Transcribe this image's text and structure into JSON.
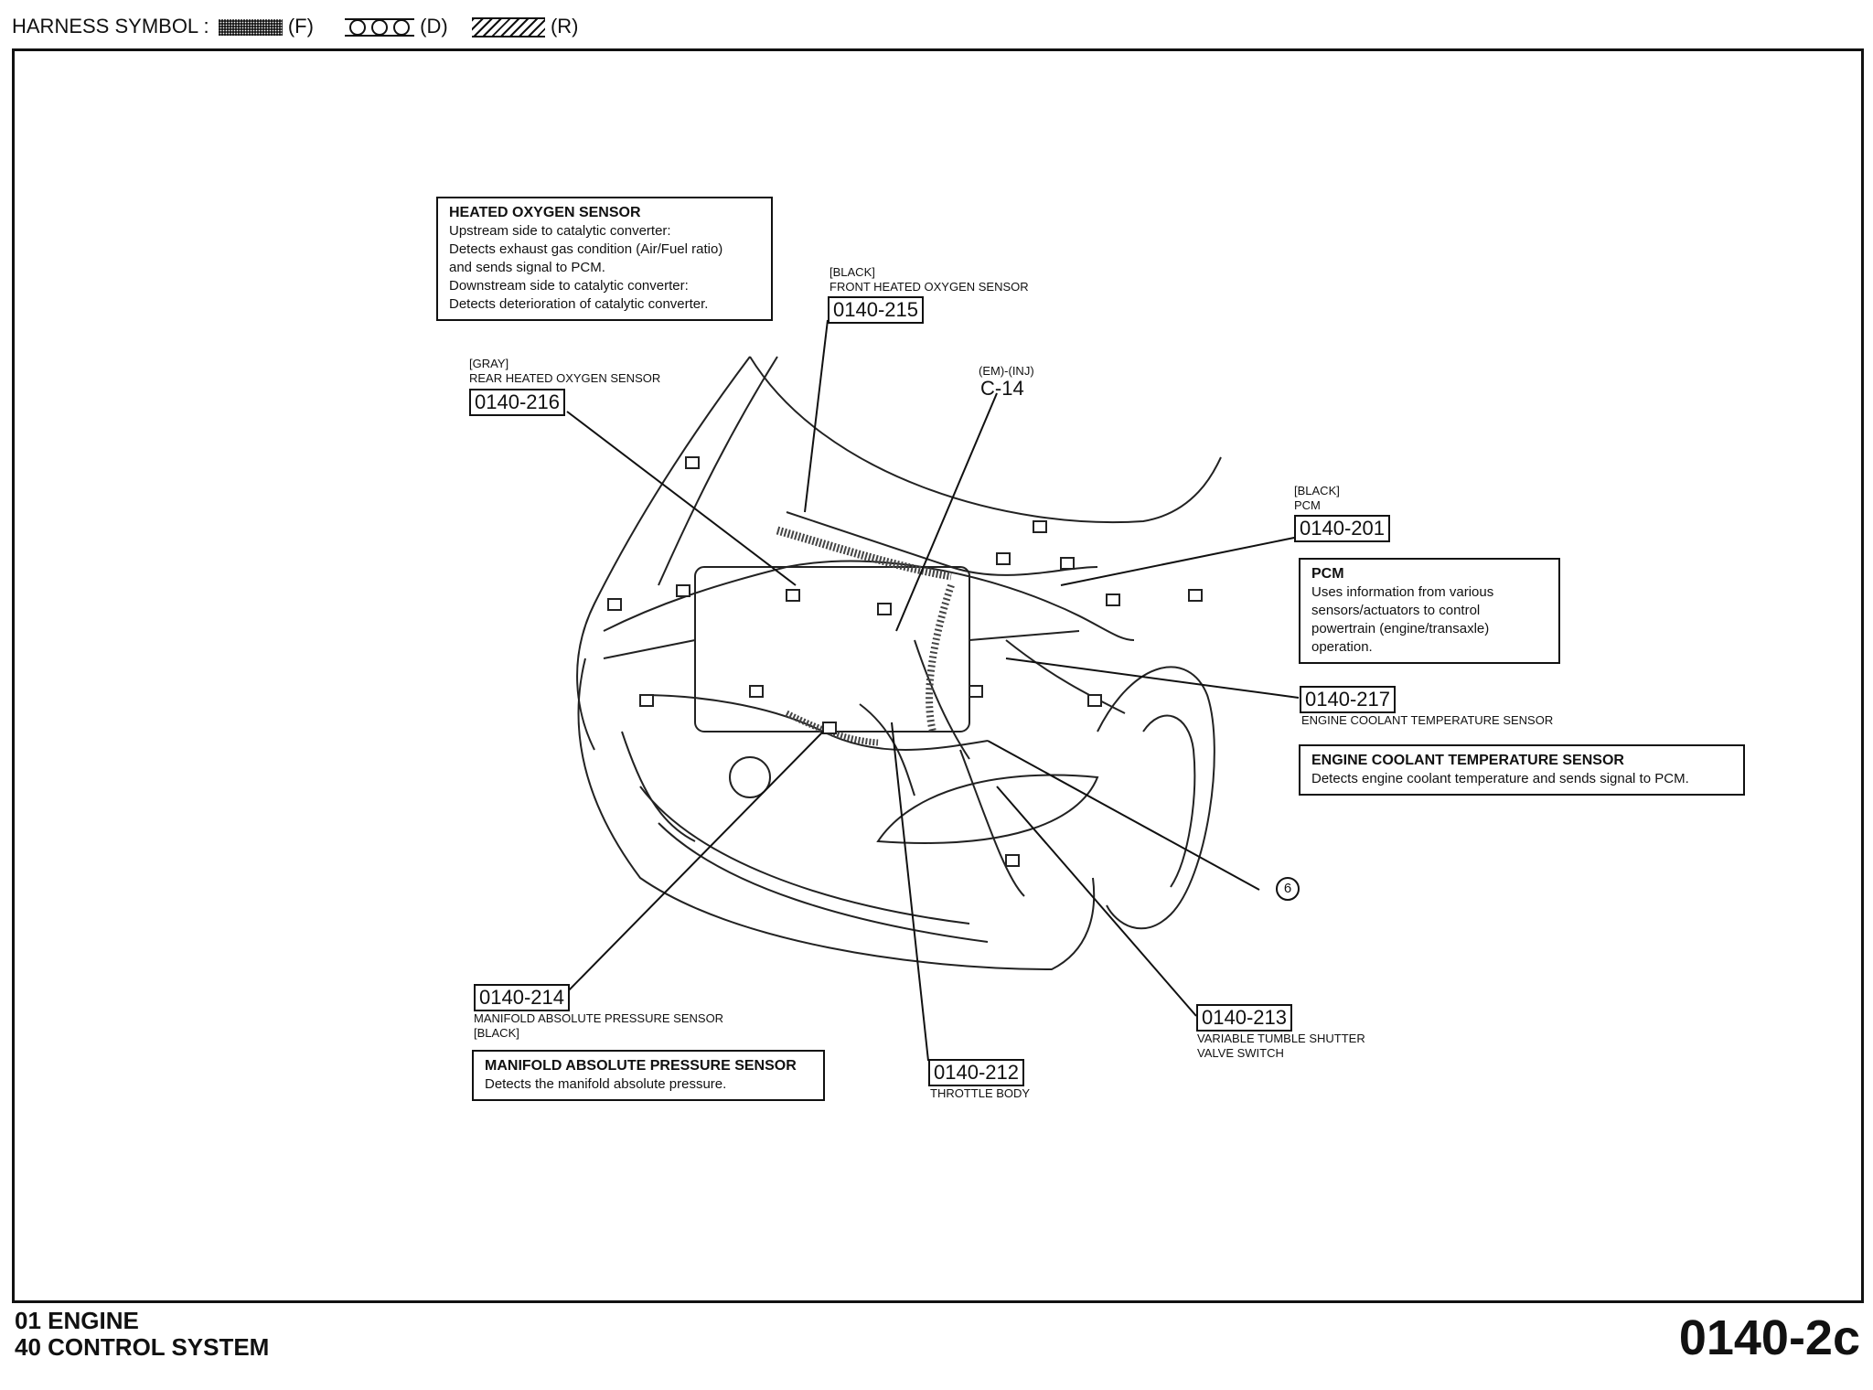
{
  "header": {
    "prefix": "HARNESS SYMBOL :",
    "symbols": [
      {
        "code": "(F)",
        "style": "dotted"
      },
      {
        "code": "(D)",
        "style": "circles"
      },
      {
        "code": "(R)",
        "style": "hatched"
      }
    ]
  },
  "info_boxes": {
    "heated_oxygen": {
      "title": "HEATED OXYGEN SENSOR",
      "lines": [
        "Upstream side to catalytic converter:",
        "Detects exhaust gas condition (Air/Fuel ratio)",
        "and sends signal to PCM.",
        "Downstream side to catalytic converter:",
        "Detects deterioration of catalytic converter."
      ]
    },
    "pcm": {
      "title": "PCM",
      "lines": [
        "Uses information from various",
        "sensors/actuators to control",
        "powertrain (engine/transaxle)",
        "operation."
      ]
    },
    "ect": {
      "title": "ENGINE COOLANT TEMPERATURE SENSOR",
      "lines": [
        "Detects engine coolant temperature and sends signal to PCM."
      ]
    },
    "map": {
      "title": "MANIFOLD ABSOLUTE PRESSURE SENSOR",
      "lines": [
        "Detects the manifold absolute pressure."
      ]
    }
  },
  "components": {
    "front_ho2s": {
      "ref": "0140-215",
      "color": "[BLACK]",
      "name": "FRONT HEATED OXYGEN SENSOR"
    },
    "rear_ho2s": {
      "ref": "0140-216",
      "color": "[GRAY]",
      "name": "REAR HEATED OXYGEN SENSOR"
    },
    "connector": {
      "code": "(EM)-(INJ)",
      "ref": "C-14"
    },
    "pcm": {
      "ref": "0140-201",
      "color": "[BLACK]",
      "name": "PCM"
    },
    "ect": {
      "ref": "0140-217",
      "name": "ENGINE COOLANT TEMPERATURE SENSOR"
    },
    "ground": {
      "label": "6"
    },
    "map": {
      "ref": "0140-214",
      "name": "MANIFOLD ABSOLUTE PRESSURE SENSOR",
      "color": "[BLACK]"
    },
    "throttle": {
      "ref": "0140-212",
      "name": "THROTTLE BODY"
    },
    "vts": {
      "ref": "0140-213",
      "name1": "VARIABLE TUMBLE SHUTTER",
      "name2": "VALVE SWITCH"
    }
  },
  "footer": {
    "line1": "01  ENGINE",
    "line2": "40  CONTROL SYSTEM",
    "page": "0140-2c"
  }
}
